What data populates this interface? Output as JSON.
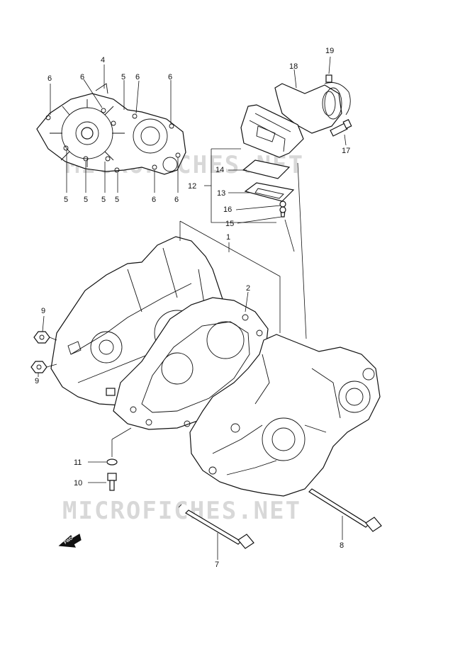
{
  "watermark": "MICROFICHES.NET",
  "fwd_label": "FWD",
  "callouts": {
    "c1": "1",
    "c2": "2",
    "c4": "4",
    "c5": "5",
    "c6": "6",
    "c7": "7",
    "c8": "8",
    "c9": "9",
    "c10": "10",
    "c11": "11",
    "c12": "12",
    "c13": "13",
    "c14": "14",
    "c15": "15",
    "c16": "16",
    "c17": "17",
    "c18": "18",
    "c19": "19"
  }
}
